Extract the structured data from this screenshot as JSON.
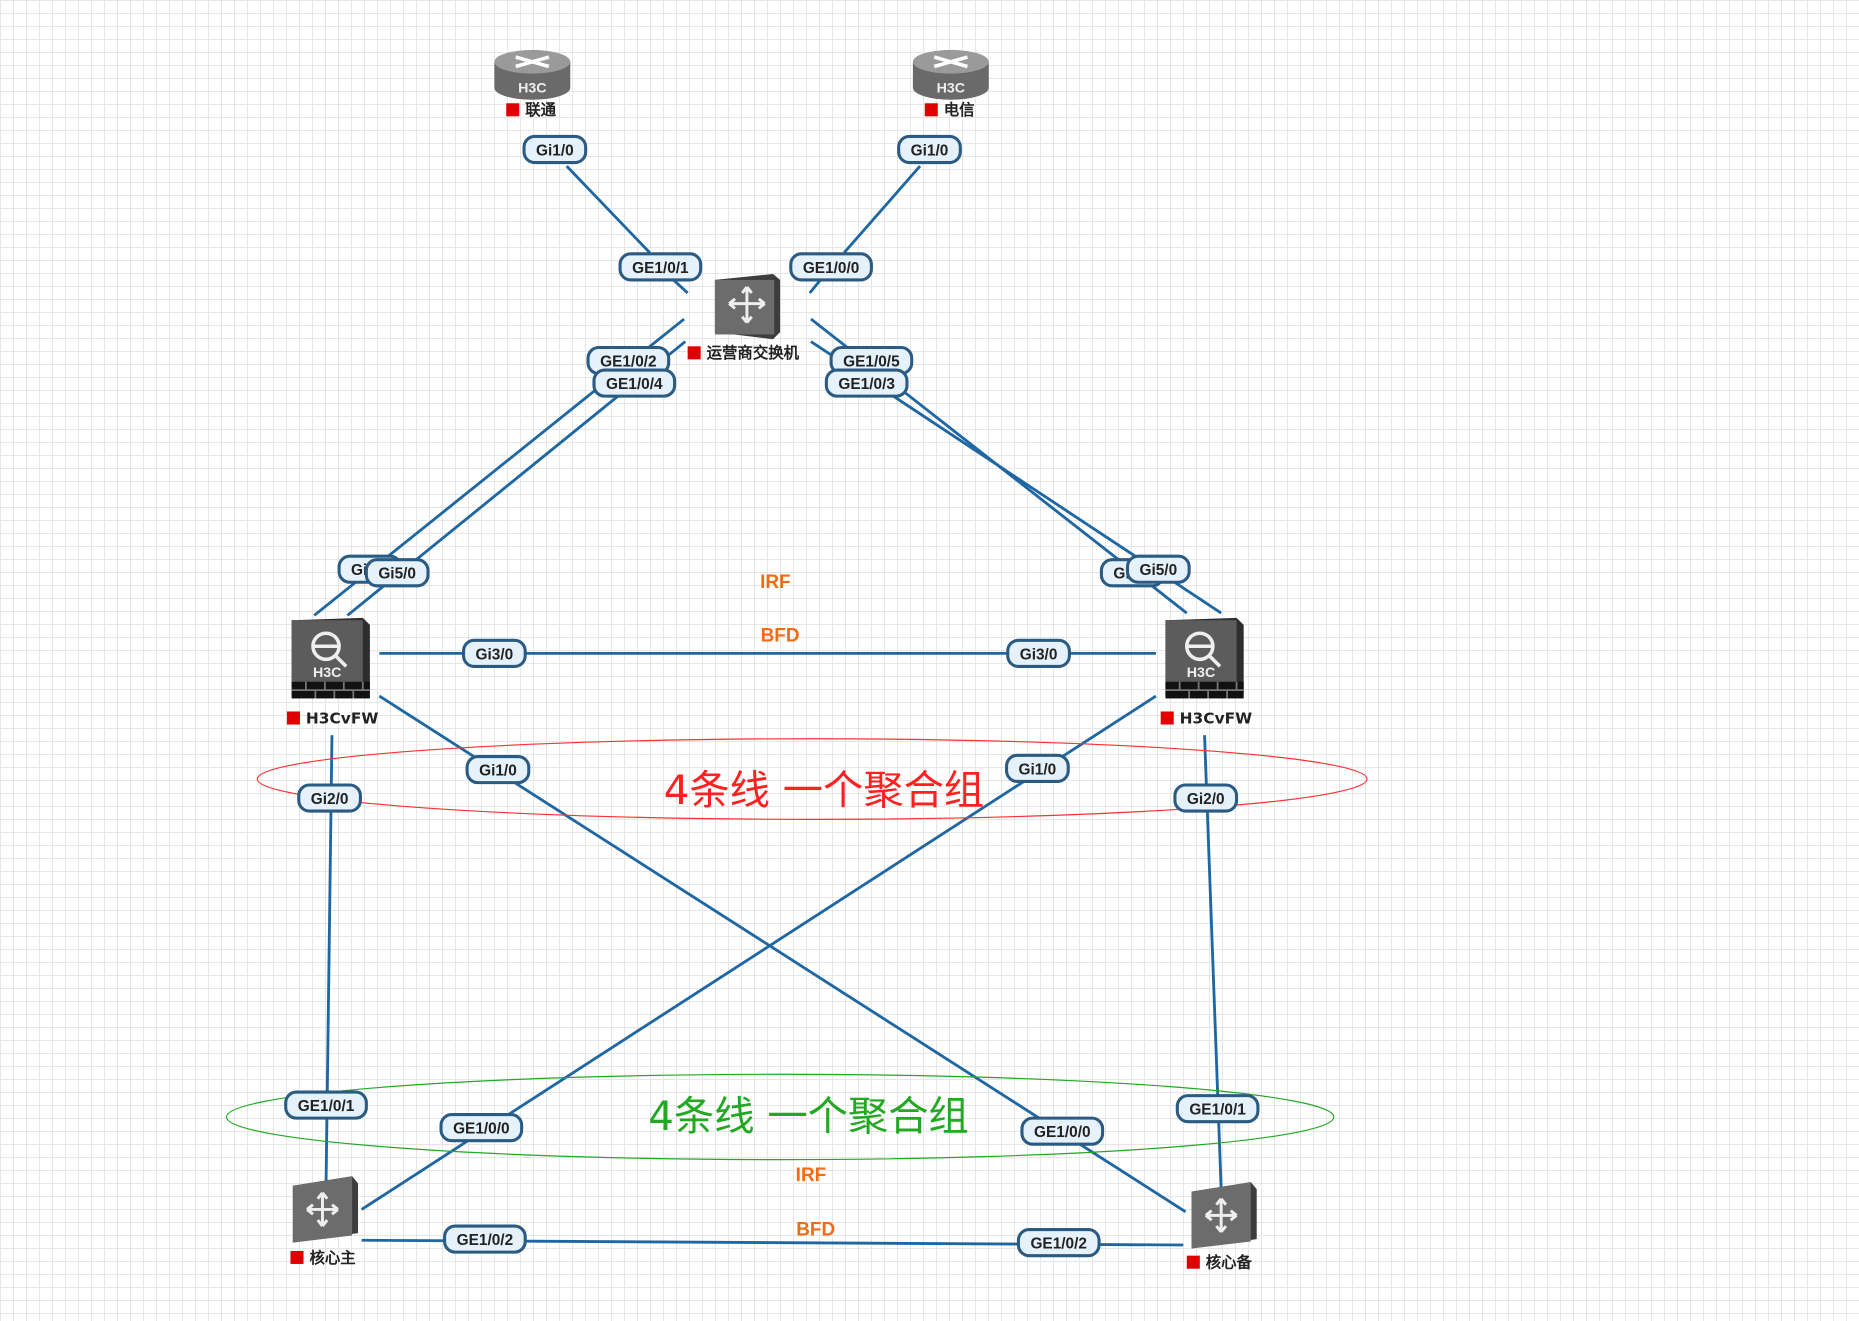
{
  "devices": {
    "unicom": {
      "label": "联通",
      "brand": "H3C"
    },
    "telecom": {
      "label": "电信",
      "brand": "H3C"
    },
    "isp_switch": {
      "label": "运营商交换机"
    },
    "fw_left": {
      "label": "H3CvFW",
      "brand": "H3C"
    },
    "fw_right": {
      "label": "H3CvFW",
      "brand": "H3C"
    },
    "core_main": {
      "label": "核心主"
    },
    "core_backup": {
      "label": "核心备"
    }
  },
  "ports": [
    "Gi1/0",
    "Gi1/0",
    "GE1/0/1",
    "GE1/0/0",
    "GE1/0/2",
    "GE1/0/4",
    "GE1/0/5",
    "GE1/0/3",
    "Gi4/0",
    "Gi5/0",
    "Gi4/0",
    "Gi5/0",
    "Gi3/0",
    "Gi3/0",
    "Gi1/0",
    "Gi1/0",
    "Gi2/0",
    "Gi2/0",
    "GE1/0/1",
    "GE1/0/0",
    "GE1/0/0",
    "GE1/0/1",
    "GE1/0/2",
    "GE1/0/2"
  ],
  "protocols": {
    "irf_top": "IRF",
    "bfd_top": "BFD",
    "irf_bottom": "IRF",
    "bfd_bottom": "BFD"
  },
  "aggregation": {
    "top": "4条线 一个聚合组",
    "bottom": "4条线 一个聚合组"
  },
  "colors": {
    "link": "#1f67a3",
    "marker": "#e00000",
    "protocol": "#f26a12",
    "agg_top": "#ff2020",
    "agg_bottom": "#22a822"
  }
}
